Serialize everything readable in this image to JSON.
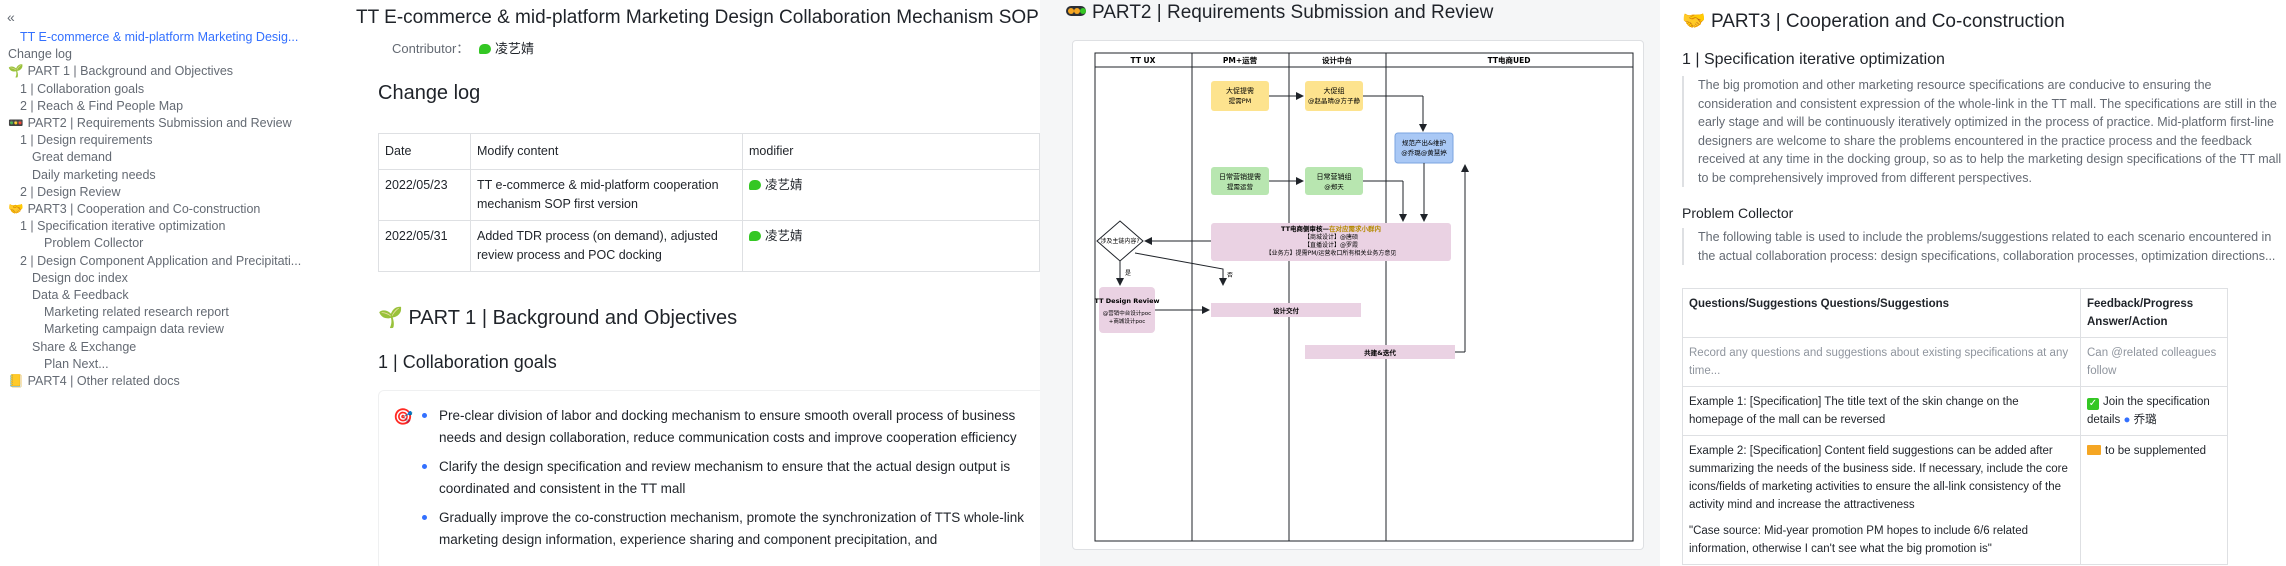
{
  "sidebar": {
    "items": [
      {
        "label": "TT E-commerce & mid-platform Marketing Desig...",
        "indent": 20,
        "active": true,
        "emoji": ""
      },
      {
        "label": "Change log",
        "indent": 8,
        "active": false,
        "emoji": ""
      },
      {
        "label": "PART 1 | Background and Objectives",
        "indent": 8,
        "active": false,
        "emoji": "🌱"
      },
      {
        "label": "1 | Collaboration goals",
        "indent": 20,
        "active": false,
        "emoji": ""
      },
      {
        "label": "2 | Reach & Find People Map",
        "indent": 20,
        "active": false,
        "emoji": ""
      },
      {
        "label": "PART2 | Requirements Submission and Review",
        "indent": 8,
        "active": false,
        "emoji": "🚥"
      },
      {
        "label": "1 | Design requirements",
        "indent": 20,
        "active": false,
        "emoji": ""
      },
      {
        "label": "Great demand",
        "indent": 32,
        "active": false,
        "emoji": ""
      },
      {
        "label": "Daily marketing needs",
        "indent": 32,
        "active": false,
        "emoji": ""
      },
      {
        "label": "2 | Design Review",
        "indent": 20,
        "active": false,
        "emoji": ""
      },
      {
        "label": "PART3 | Cooperation and Co-construction",
        "indent": 8,
        "active": false,
        "emoji": "🤝"
      },
      {
        "label": "1 | Specification iterative optimization",
        "indent": 20,
        "active": false,
        "emoji": ""
      },
      {
        "label": "Problem Collector",
        "indent": 44,
        "active": false,
        "emoji": ""
      },
      {
        "label": "2 | Design Component Application and Precipitati...",
        "indent": 20,
        "active": false,
        "emoji": ""
      },
      {
        "label": "Design doc index",
        "indent": 32,
        "active": false,
        "emoji": ""
      },
      {
        "label": "Data & Feedback",
        "indent": 32,
        "active": false,
        "emoji": ""
      },
      {
        "label": "Marketing related research report",
        "indent": 44,
        "active": false,
        "emoji": ""
      },
      {
        "label": "Marketing campaign data review",
        "indent": 44,
        "active": false,
        "emoji": ""
      },
      {
        "label": "Share & Exchange",
        "indent": 32,
        "active": false,
        "emoji": ""
      },
      {
        "label": "Plan Next...",
        "indent": 44,
        "active": false,
        "emoji": ""
      },
      {
        "label": "PART4 | Other related docs",
        "indent": 8,
        "active": false,
        "emoji": "📒"
      }
    ]
  },
  "doc1": {
    "title": "TT E-commerce & mid-platform Marketing Design Collaboration Mechanism SOP",
    "contributor_label": "Contributor：",
    "contributor": "凌艺婧",
    "change_log_heading": "Change log",
    "table": {
      "headers": [
        "Date",
        "Modify content",
        "modifier"
      ],
      "rows": [
        {
          "date": "2022/05/23",
          "content": "TT e-commerce & mid-platform cooperation mechanism SOP first version",
          "who": "凌艺婧"
        },
        {
          "date": "2022/05/31",
          "content": "Added TDR process (on demand), adjusted review process and POC docking",
          "who": "凌艺婧"
        }
      ]
    },
    "part1_heading": "PART 1 | Background and Objectives",
    "part1_emoji": "🌱",
    "collab_heading": "1 | Collaboration goals",
    "callout_emoji": "🎯",
    "bullets": [
      "Pre-clear division of labor and docking mechanism to ensure smooth overall process of business needs and design collaboration, reduce communication costs and improve cooperation efficiency",
      "Clarify the design specification and review mechanism to ensure that the actual design output is coordinated and consistent in the TT mall",
      "Gradually improve the co-construction mechanism, promote the synchronization of TTS whole-link marketing design information, experience sharing and component precipitation, and"
    ]
  },
  "col2": {
    "heading": "PART2 | Requirements Submission and Review",
    "lanes": [
      "TT UX",
      "PM+运营",
      "设计中台",
      "TT电商UED"
    ],
    "boxes": {
      "big_submit": [
        "大促提需",
        "提需PM"
      ],
      "big_group": [
        "大促组",
        "@赵晶晴@方子静"
      ],
      "daily_submit": [
        "日常营销提需",
        "提需运营"
      ],
      "daily_group": [
        "日常营销组",
        "@郑天"
      ],
      "spec_maintain": [
        "规范产出&维护",
        "@乔璐@黄慧婷"
      ],
      "review": [
        "TT电商侧审核—",
        "在对应需求小群内",
        "【商城设计】@唐硕",
        "【直播设计】@罗霞",
        "【业务方】提需PM/运营收口所有相关业务方意见"
      ],
      "decision": [
        "涉及主链内容?"
      ],
      "yes": "是",
      "no": "否",
      "tt_review": [
        "TT Design Review",
        "@营销中台设计poc",
        "+商城设计poc"
      ],
      "deliver": "设计交付",
      "cobuild": "共建&迭代"
    }
  },
  "col3": {
    "heading": "PART3 | Cooperation and Co-construction",
    "heading_emoji": "🤝",
    "spec_heading": "1 | Specification iterative optimization",
    "spec_text": "The big promotion and other marketing resource specifications are conducive to ensuring the consideration and consistent expression of the whole-link in the TT mall. The specifications are still in the early stage and will be continuously iteratively optimized in the process of practice. Mid-platform first-line designers are welcome to share the problems encountered in the practice process and the feedback received at any time in the docking group, so as to help the marketing design specifications of the TT mall to be comprehensively improved from different perspectives.",
    "pc_heading": "Problem Collector",
    "pc_text": "The following table is used to include the problems/suggestions related to each scenario encountered in the actual collaboration process: design specifications, collaboration processes, optimization directions...",
    "table": {
      "h1": "Questions/Suggestions Questions/Suggestions",
      "h2": "Feedback/Progress Answer/Action",
      "r0c1": "Record any questions and suggestions about existing specifications at any time...",
      "r0c2": "Can @related colleagues follow",
      "r1c1": "Example 1: [Specification] The title text of the skin change on the homepage of the mall can be reversed",
      "r1c2": "Join the specification details",
      "r1c2b": "乔璐",
      "r2c1": "Example 2: [Specification] Content field suggestions can be added after summarizing the needs of the business side. If necessary, include the core icons/fields of marketing activities to ensure the all-link consistency of the activity mind and increase the attractiveness",
      "r2c1b": "\"Case source: Mid-year promotion PM hopes to include 6/6 related information, otherwise I can't see what the big promotion is\"",
      "r2c2": "to be supplemented"
    }
  },
  "colors": {
    "accent": "#3370ff",
    "yellow_box": "#fde38e",
    "green_box": "#b8e6b0",
    "blue_box": "#a9c8f5",
    "pink_box": "#ead2e3"
  }
}
